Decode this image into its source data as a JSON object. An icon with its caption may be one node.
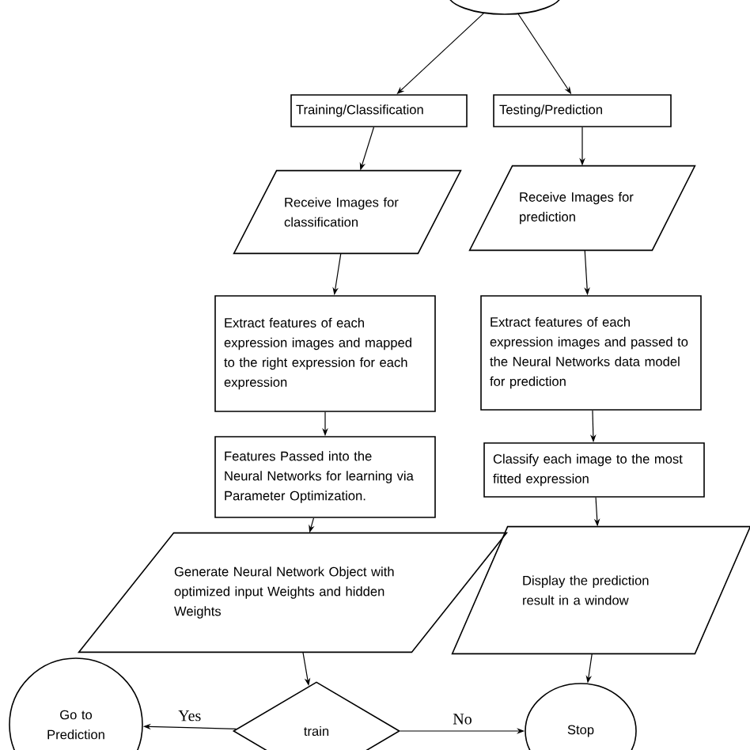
{
  "diagram": {
    "nodes": [
      {
        "text": [],
        "shape": "ellipse"
      },
      {
        "text": [
          "Training/Classification"
        ]
      },
      {
        "text": [
          "Testing/Prediction"
        ]
      },
      {
        "text": [
          "Receive Images for classification"
        ]
      },
      {
        "text": [
          "Receive Images for prediction"
        ]
      },
      {
        "text": [
          "Extract features of each expression images and mapped to the right expression for each expression"
        ]
      },
      {
        "text": [
          "Extract features of each expression images and passed to the Neural Networks data model for prediction"
        ]
      },
      {
        "text": [
          "Features Passed into the Neural Networks for learning via Parameter Optimization."
        ]
      },
      {
        "text": [
          "Classify each image to the most fitted expression"
        ]
      },
      {
        "text": [
          "Generate Neural Network Object with optimized input Weights and hidden Weights"
        ]
      },
      {
        "text": [
          "Display the prediction result in a window"
        ]
      },
      {
        "text": [
          "train"
        ]
      },
      {
        "text": [
          "Go to Prediction"
        ]
      },
      {
        "text": [
          "Stop"
        ]
      }
    ],
    "edges": [
      {
        "from": 0,
        "to": 1,
        "arrow": "to"
      },
      {
        "from": 0,
        "to": 2,
        "arrow": "to"
      },
      {
        "from": 1,
        "to": 3,
        "arrow": "to"
      },
      {
        "from": 2,
        "to": 4,
        "arrow": "to"
      },
      {
        "from": 3,
        "to": 5,
        "arrow": "to"
      },
      {
        "from": 4,
        "to": 6,
        "arrow": "to"
      },
      {
        "from": 5,
        "to": 7,
        "arrow": "to"
      },
      {
        "from": 6,
        "to": 8,
        "arrow": "to"
      },
      {
        "from": 7,
        "to": 9,
        "arrow": "to"
      },
      {
        "from": 8,
        "to": 10,
        "arrow": "to"
      },
      {
        "from": 9,
        "to": 11,
        "arrow": "to"
      },
      {
        "from": 11,
        "to": 12,
        "arrow": "to",
        "label": "Yes"
      },
      {
        "from": 11,
        "to": 13,
        "arrow": "to",
        "label": "No"
      },
      {
        "from": 10,
        "to": 13,
        "arrow": "to"
      }
    ]
  }
}
